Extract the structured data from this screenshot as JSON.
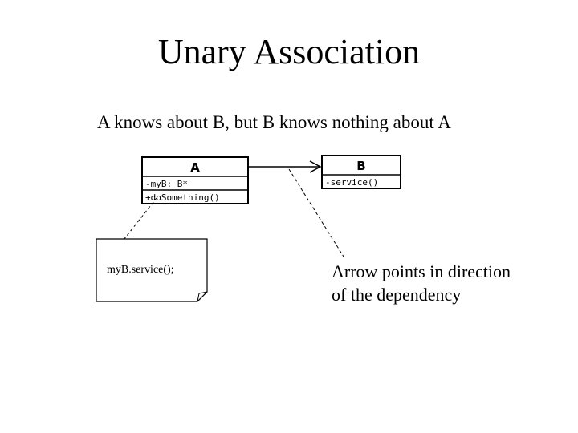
{
  "title": "Unary Association",
  "subtitle": "A knows about B, but B knows nothing about A",
  "classes": {
    "a": {
      "name": "A",
      "attribute": "-myB: B*",
      "operation": "+doSomething()"
    },
    "b": {
      "name": "B",
      "operation": "-service()"
    }
  },
  "note": {
    "text": "myB.service();"
  },
  "caption": {
    "line1": "Arrow points in direction",
    "line2": "of the dependency"
  }
}
